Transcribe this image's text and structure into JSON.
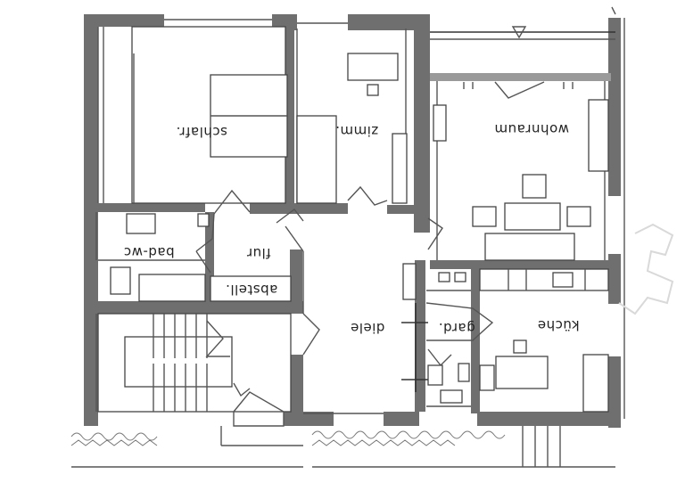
{
  "rooms": {
    "schlafen": "schlafr.",
    "zimmer": "zimm.",
    "wohnraum": "wohnraum",
    "bad_wc": "bad-wc",
    "flur": "flur",
    "abstell": "abstell.",
    "diele": "diele",
    "garderobe": "gard.",
    "kueche": "küche"
  },
  "colors": {
    "wall": "#6f6f6f",
    "line": "#444444"
  }
}
